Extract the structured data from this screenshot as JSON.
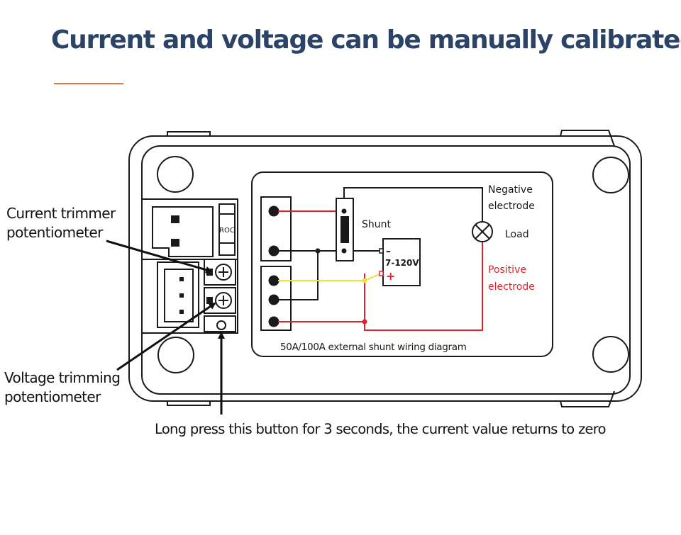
{
  "title": "Current and voltage can be manually calibrated",
  "colors": {
    "title": "#2b4366",
    "accent_rule": "#e8743b",
    "outline": "#1a1a1a",
    "negative_wire": "#1a1a1a",
    "positive_wire": "#e0232b",
    "signal_wire": "#f2df3a",
    "positive_label": "#e0232b"
  },
  "callouts": {
    "current_trimmer": [
      "Current trimmer",
      "potentiometer"
    ],
    "voltage_trimming": [
      "Voltage trimming",
      "potentiometer"
    ],
    "button_note": "Long press this button for 3 seconds, the current value returns to zero"
  },
  "wiring_panel": {
    "caption": "50A/100A external shunt wiring diagram",
    "shunt_label": "Shunt",
    "supply_label": "7-120V",
    "supply_minus": "–",
    "supply_plus": "+",
    "negative_label": [
      "Negative",
      "electrode"
    ],
    "load_label": "Load",
    "positive_label": [
      "Positive",
      "electrode"
    ]
  },
  "device": {
    "side_connector_text": "ROC"
  }
}
